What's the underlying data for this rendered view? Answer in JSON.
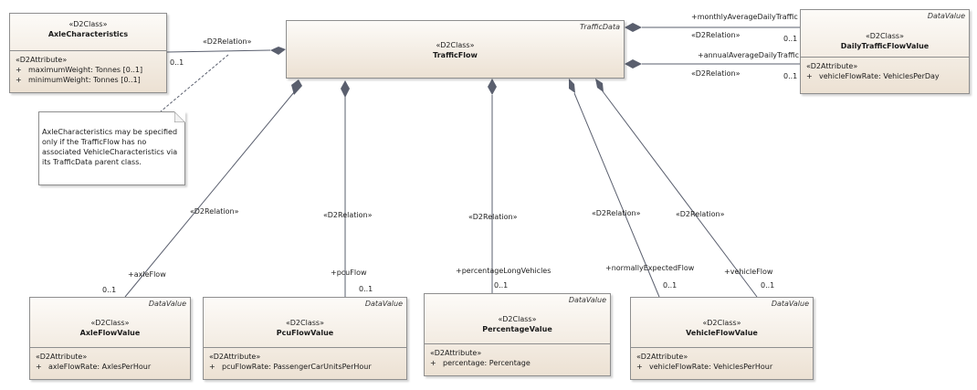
{
  "classes": {
    "axle_characteristics": {
      "stereotype": "«D2Class»",
      "name": "AxleCharacteristics",
      "attr_stereotype": "«D2Attribute»",
      "attributes": [
        {
          "vis": "+",
          "text": "maximumWeight: Tonnes [0..1]"
        },
        {
          "vis": "+",
          "text": "minimumWeight: Tonnes [0..1]"
        }
      ]
    },
    "traffic_flow": {
      "stereotype": "«D2Class»",
      "name": "TrafficFlow",
      "abstract_parent": "TrafficData"
    },
    "daily_traffic_flow_value": {
      "stereotype": "«D2Class»",
      "name": "DailyTrafficFlowValue",
      "parent": "DataValue",
      "attr_stereotype": "«D2Attribute»",
      "attributes": [
        {
          "vis": "+",
          "text": "vehicleFlowRate: VehiclesPerDay"
        }
      ]
    },
    "axle_flow_value": {
      "stereotype": "«D2Class»",
      "name": "AxleFlowValue",
      "parent": "DataValue",
      "attr_stereotype": "«D2Attribute»",
      "attributes": [
        {
          "vis": "+",
          "text": "axleFlowRate: AxlesPerHour"
        }
      ]
    },
    "pcu_flow_value": {
      "stereotype": "«D2Class»",
      "name": "PcuFlowValue",
      "parent": "DataValue",
      "attr_stereotype": "«D2Attribute»",
      "attributes": [
        {
          "vis": "+",
          "text": "pcuFlowRate: PassengerCarUnitsPerHour"
        }
      ]
    },
    "percentage_value": {
      "stereotype": "«D2Class»",
      "name": "PercentageValue",
      "parent": "DataValue",
      "attr_stereotype": "«D2Attribute»",
      "attributes": [
        {
          "vis": "+",
          "text": "percentage: Percentage"
        }
      ]
    },
    "vehicle_flow_value": {
      "stereotype": "«D2Class»",
      "name": "VehicleFlowValue",
      "parent": "DataValue",
      "attr_stereotype": "«D2Attribute»",
      "attributes": [
        {
          "vis": "+",
          "text": "vehicleFlowRate: VehiclesPerHour"
        }
      ]
    }
  },
  "note": {
    "lines": [
      "AxleCharacteristics may be specified",
      "only if the TrafficFlow has no",
      "associated VehicleCharacteristics via",
      "its TrafficData parent class."
    ]
  },
  "relations": {
    "axle_characteristics": {
      "stereotype": "«D2Relation»",
      "multiplicity": "0..1"
    },
    "monthly": {
      "role": "+monthlyAverageDailyTraffic",
      "stereotype": "«D2Relation»",
      "multiplicity": "0..1"
    },
    "annual": {
      "role": "+annualAverageDailyTraffic",
      "stereotype": "«D2Relation»",
      "multiplicity": "0..1"
    },
    "axle_flow": {
      "role": "+axleFlow",
      "stereotype": "«D2Relation»",
      "multiplicity": "0..1"
    },
    "pcu_flow": {
      "role": "+pcuFlow",
      "stereotype": "«D2Relation»",
      "multiplicity": "0..1"
    },
    "percentage_long_vehicles": {
      "role": "+percentageLongVehicles",
      "stereotype": "«D2Relation»",
      "multiplicity": "0..1"
    },
    "normally_expected_flow": {
      "role": "+normallyExpectedFlow",
      "stereotype": "«D2Relation»",
      "multiplicity": "0..1"
    },
    "vehicle_flow": {
      "role": "+vehicleFlow",
      "stereotype": "«D2Relation»",
      "multiplicity": "0..1"
    }
  },
  "colors": {
    "line": "#5a5f6e",
    "diamond": "#5a5f6e",
    "box_border": "#8e8e8e",
    "box_top": "#fdfbf8",
    "box_bottom": "#ece1d3"
  }
}
